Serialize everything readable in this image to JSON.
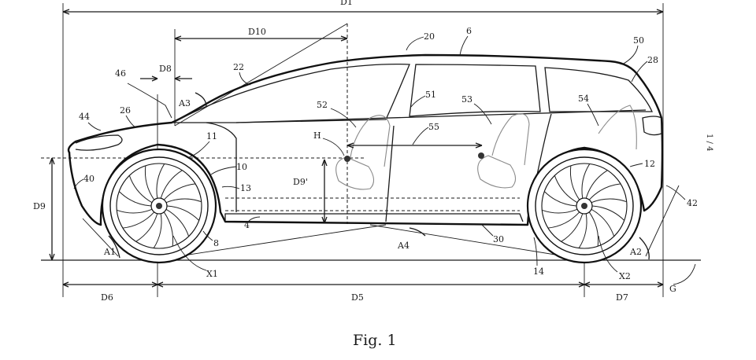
{
  "figure": {
    "caption": "Fig. 1",
    "sheet_number": "1 / 4",
    "dimensions": {
      "D1": "D1",
      "D5": "D5",
      "D6": "D6",
      "D7": "D7",
      "D8": "D8",
      "D9": "D9",
      "D9_prime": "D9'",
      "D10": "D10"
    },
    "angles": {
      "A1": "A1",
      "A2": "A2",
      "A3": "A3",
      "A4": "A4"
    },
    "axes": {
      "X1": "X1",
      "X2": "X2",
      "H": "H",
      "G": "G"
    },
    "reference_numerals": {
      "r4": "4",
      "r6": "6",
      "r8": "8",
      "r10": "10",
      "r11": "11",
      "r12": "12",
      "r13": "13",
      "r14": "14",
      "r20": "20",
      "r22": "22",
      "r26": "26",
      "r28": "28",
      "r30": "30",
      "r40": "40",
      "r42": "42",
      "r44": "44",
      "r46": "46",
      "r50": "50",
      "r51": "51",
      "r52": "52",
      "r53": "53",
      "r54": "54",
      "r55": "55"
    }
  }
}
